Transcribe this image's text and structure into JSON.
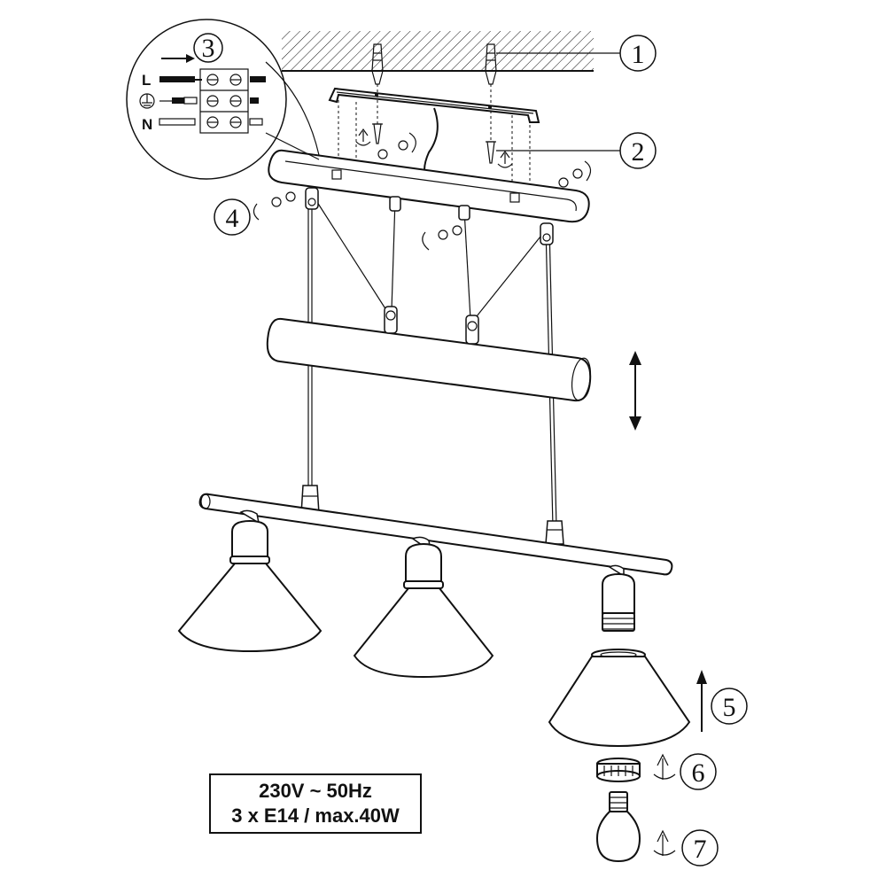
{
  "callouts": {
    "c1": "1",
    "c2": "2",
    "c3": "3",
    "c4": "4",
    "c5": "5",
    "c6": "6",
    "c7": "7"
  },
  "wiring": {
    "live": "L",
    "neutral": "N"
  },
  "spec": {
    "line1": "230V ~ 50Hz",
    "line2": "3 x E14 / max.40W"
  }
}
